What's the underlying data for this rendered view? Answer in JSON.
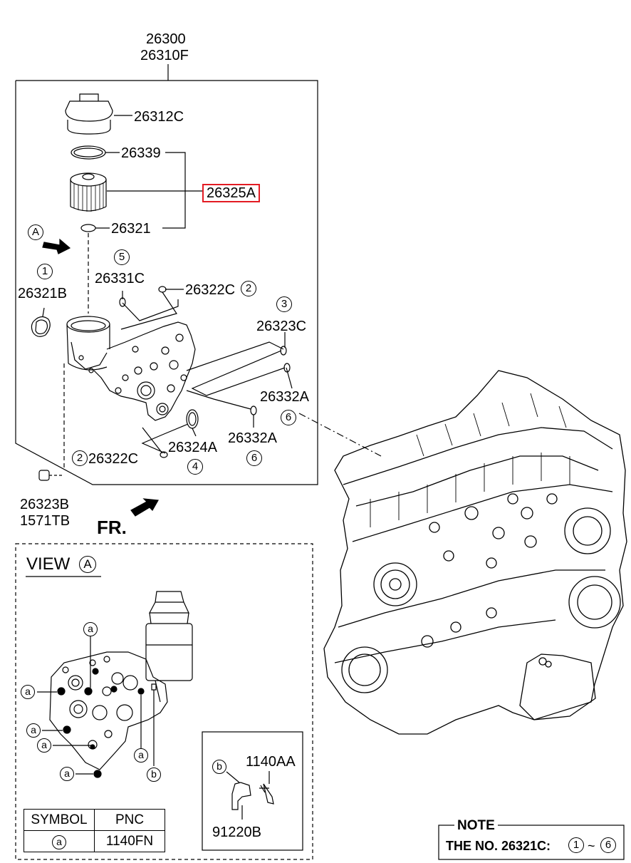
{
  "assembly": {
    "pn1": "26300",
    "pn2": "26310F"
  },
  "parts": {
    "cap": "26312C",
    "oring": "26339",
    "filter_element": "26325A",
    "seal": "26321",
    "gasket": "26321B",
    "plug_5": "26331C",
    "plug_2_top": "26322C",
    "plug_3": "26323C",
    "plug_6_right": "26332A",
    "plug_6_lower": "26332A",
    "oring_4": "26324A",
    "plug_2_bottom": "26322C",
    "sensor": "26323B",
    "sensor_bolt": "1571TB"
  },
  "callouts": {
    "c1": "1",
    "c2a": "2",
    "c2b": "2",
    "c3": "3",
    "c4": "4",
    "c5": "5",
    "c6a": "6",
    "c6b": "6",
    "view_a": "A"
  },
  "front_label": "FR.",
  "view": {
    "title": "VIEW",
    "circle": "A"
  },
  "view_symbols": {
    "a": "a",
    "b": "b"
  },
  "detail_box": {
    "symbol": "b",
    "bolt": "1140AA",
    "bracket": "91220B"
  },
  "symbol_table": {
    "headers": [
      "SYMBOL",
      "PNC"
    ],
    "row": {
      "symbol": "a",
      "pnc": "1140FN"
    }
  },
  "note": {
    "title": "NOTE",
    "text": "THE NO. 26321C:",
    "from": "1",
    "sep": "~",
    "to": "6"
  },
  "colors": {
    "highlight": "#e31b23",
    "line": "#000000"
  }
}
